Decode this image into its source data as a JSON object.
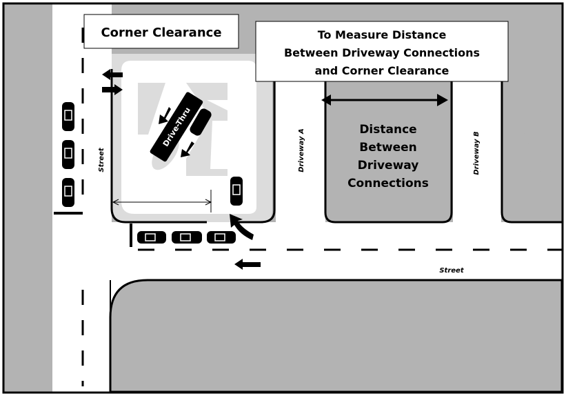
{
  "title_box": {
    "label": "Corner Clearance"
  },
  "info_box": {
    "lines": [
      "To Measure Distance",
      "Between Driveway Connections",
      "and Corner Clearance"
    ]
  },
  "distance_label": {
    "lines": [
      "Distance",
      "Between",
      "Driveway",
      "Connections"
    ]
  },
  "labels": {
    "street_vertical": "Street",
    "street_horizontal": "Street",
    "driveway_a": "Driveway A",
    "driveway_b": "Driveway B",
    "drive_thru": "Drive-Thru"
  },
  "colors": {
    "block_gray": "#b3b3b3",
    "lot_light": "#dcdcdc",
    "road": "#ffffff",
    "ink": "#000000"
  }
}
